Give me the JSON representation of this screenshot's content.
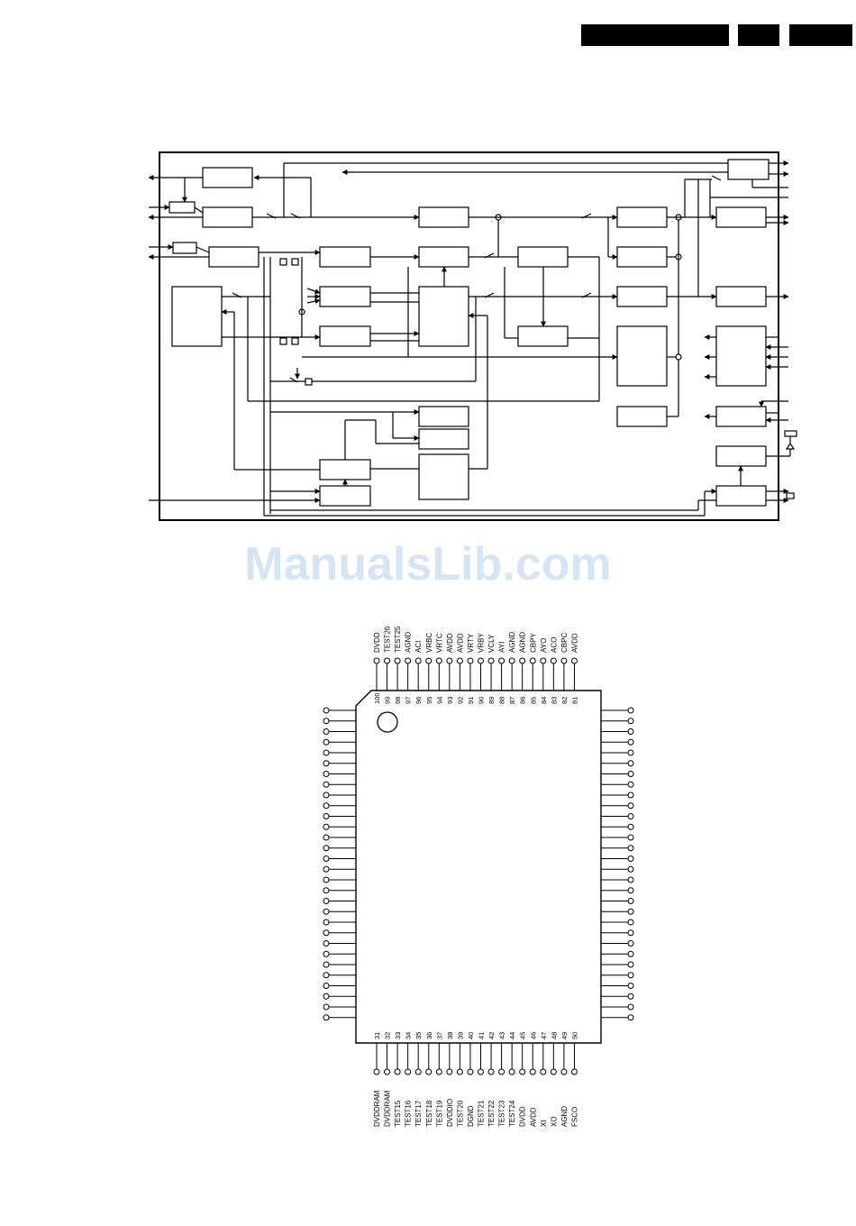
{
  "watermark": "ManualsLib.com",
  "chip": {
    "top_pins": [
      {
        "num": "100",
        "name": "DVDD"
      },
      {
        "num": "99",
        "name": "TEST26"
      },
      {
        "num": "98",
        "name": "TEST25"
      },
      {
        "num": "97",
        "name": "AGND"
      },
      {
        "num": "96",
        "name": "ACI"
      },
      {
        "num": "95",
        "name": "VRBC"
      },
      {
        "num": "94",
        "name": "VRTC"
      },
      {
        "num": "93",
        "name": "AVDD"
      },
      {
        "num": "92",
        "name": "AVDD"
      },
      {
        "num": "91",
        "name": "VRTY"
      },
      {
        "num": "90",
        "name": "VRBY"
      },
      {
        "num": "89",
        "name": "VCLY"
      },
      {
        "num": "88",
        "name": "AYI"
      },
      {
        "num": "87",
        "name": "AGND"
      },
      {
        "num": "86",
        "name": "AGND"
      },
      {
        "num": "85",
        "name": "CBPY"
      },
      {
        "num": "84",
        "name": "AYO"
      },
      {
        "num": "83",
        "name": "ACO"
      },
      {
        "num": "82",
        "name": "CBPC"
      },
      {
        "num": "81",
        "name": "AVDD"
      }
    ],
    "bottom_pins": [
      {
        "num": "31",
        "name": "DVDDRAM"
      },
      {
        "num": "32",
        "name": "DVDDRAM"
      },
      {
        "num": "33",
        "name": "TEST15"
      },
      {
        "num": "34",
        "name": "TEST16"
      },
      {
        "num": "35",
        "name": "TEST17"
      },
      {
        "num": "36",
        "name": "TEST18"
      },
      {
        "num": "37",
        "name": "TEST19"
      },
      {
        "num": "38",
        "name": "DVDDIO"
      },
      {
        "num": "39",
        "name": "TEST20"
      },
      {
        "num": "40",
        "name": "DGND"
      },
      {
        "num": "41",
        "name": "TEST21"
      },
      {
        "num": "42",
        "name": "TEST22"
      },
      {
        "num": "43",
        "name": "TEST23"
      },
      {
        "num": "44",
        "name": "TEST24"
      },
      {
        "num": "45",
        "name": "DVDD"
      },
      {
        "num": "46",
        "name": "AVDD"
      },
      {
        "num": "47",
        "name": "XI"
      },
      {
        "num": "48",
        "name": "XO"
      },
      {
        "num": "49",
        "name": "AGND"
      },
      {
        "num": "50",
        "name": "FSCO"
      }
    ]
  }
}
